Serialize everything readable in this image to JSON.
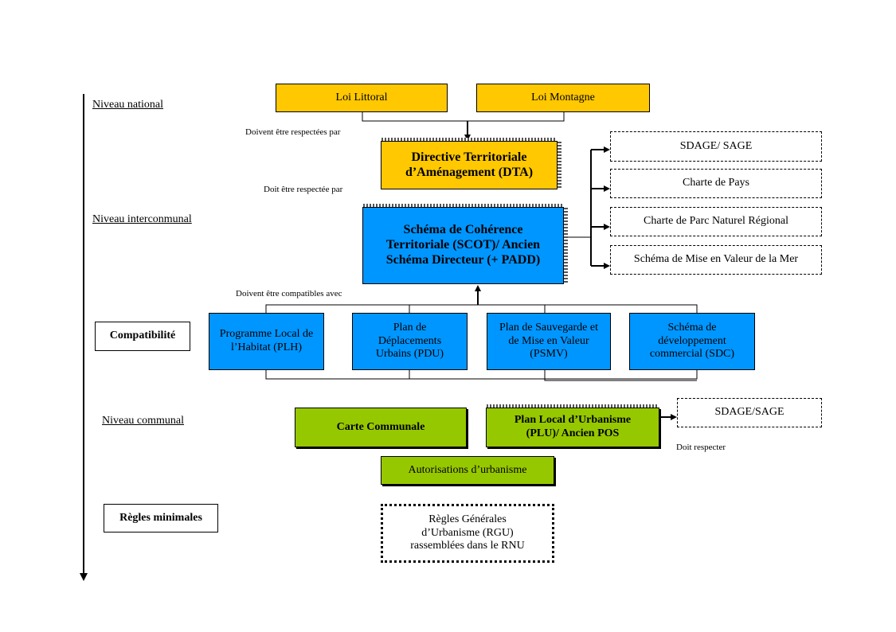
{
  "levels": {
    "national": "Niveau national",
    "intercommunal": "Niveau interconmunal",
    "communal": "Niveau communal"
  },
  "side_boxes": {
    "compatibilite": "Compatibilité",
    "regles_minimales": "Règles minimales"
  },
  "labels": {
    "doivent_etre_respectees": "Doivent être respectées par",
    "doit_etre_respectee": "Doit être respectée par",
    "doivent_etre_compatibles": "Doivent être compatibles avec",
    "doit_respecter": "Doit respecter"
  },
  "nodes": {
    "loi_littoral": "Loi Littoral",
    "loi_montagne": "Loi Montagne",
    "dta": "Directive Territoriale d’Aménagement (DTA)",
    "scot": "Schéma de Cohérence Territoriale (SCOT)/ Ancien Schéma Directeur (+ PADD)",
    "sdage_sage_1": "SDAGE/ SAGE",
    "charte_pays": "Charte de Pays",
    "charte_parc": "Charte de Parc Naturel Régional",
    "schema_mer": "Schéma de Mise en Valeur de la Mer",
    "plh": "Programme Local de l’Habitat (PLH)",
    "pdu": "Plan de Déplacements Urbains (PDU)",
    "psmv": "Plan de Sauvegarde et de Mise en Valeur (PSMV)",
    "sdc": "Schéma de développement commercial (SDC)",
    "carte_communale": "Carte Communale",
    "plu": "Plan Local d’Urbanisme (PLU)/ Ancien POS",
    "sdage_sage_2": "SDAGE/SAGE",
    "autorisations": "Autorisations d’urbanisme",
    "rgu": "Règles Générales d’Urbanisme (RGU) rassemblées dans le RNU"
  },
  "colors": {
    "national": "#ffc800",
    "intercommunal": "#0096ff",
    "communal": "#96c800"
  }
}
